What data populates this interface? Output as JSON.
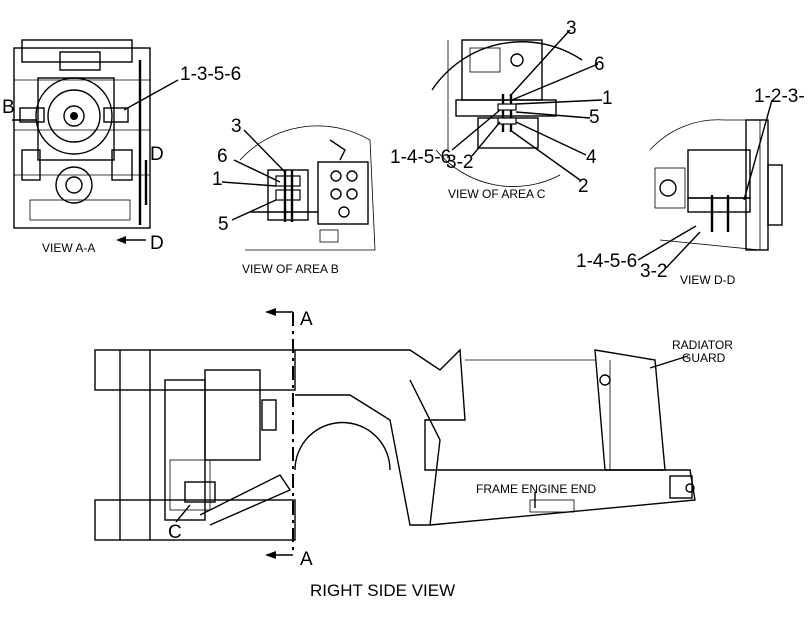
{
  "views": {
    "view_a": {
      "caption": "VIEW A-A",
      "callout": "1-3-5-6",
      "marker_b": "B",
      "marker_d_top": "D",
      "marker_d_bottom": "D"
    },
    "area_b": {
      "caption": "VIEW OF AREA B",
      "callouts": [
        "3",
        "6",
        "1",
        "5"
      ]
    },
    "area_c": {
      "caption": "VIEW OF AREA C",
      "callouts": [
        "3",
        "6",
        "1",
        "5",
        "4",
        "2",
        "1-4-5-6",
        "3-2"
      ]
    },
    "view_d": {
      "caption": "VIEW D-D",
      "callout_top": "1-2-3-",
      "callout_a": "1-4-5-6",
      "callout_b": "3-2"
    },
    "right_side": {
      "caption": "RIGHT SIDE VIEW",
      "section_top": "A",
      "section_bottom": "A",
      "marker_c": "C",
      "frame_label": "FRAME ENGINE END",
      "radiator_line1": "RADIATOR",
      "radiator_line2": "GUARD"
    }
  }
}
